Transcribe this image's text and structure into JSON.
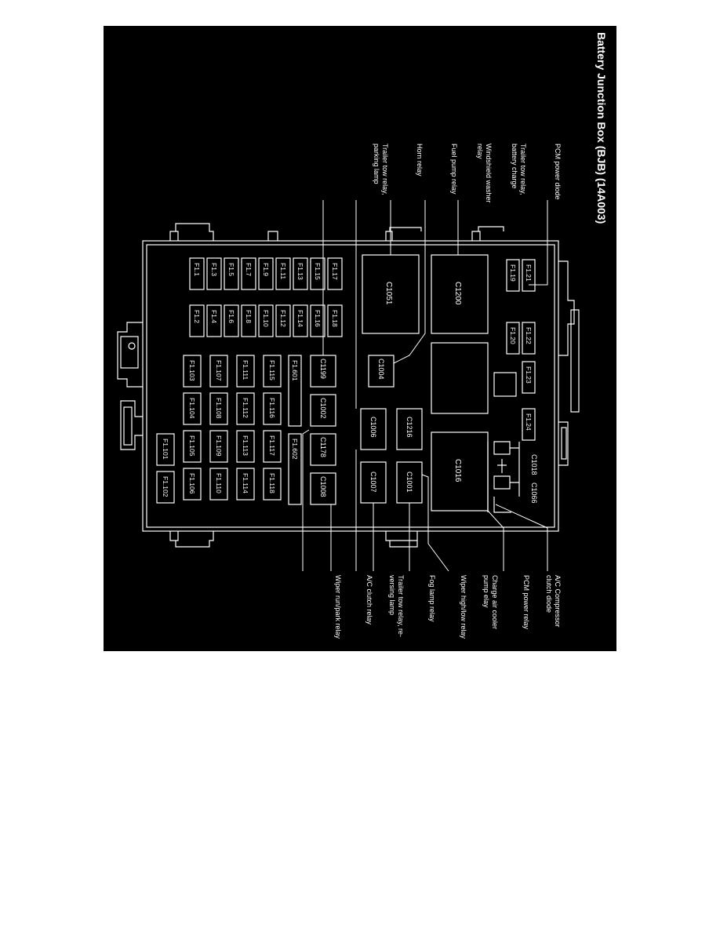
{
  "title": "Battery Junction Box (BJB) (14A003)",
  "colors": {
    "background": "#000000",
    "line": "#ffffff",
    "page": "#ffffff"
  },
  "callouts_top": [
    {
      "id": "pcm-diode",
      "lines": [
        "PCM power diode"
      ]
    },
    {
      "id": "trailer-charge",
      "lines": [
        "Trailer tow relay,",
        "battery charge"
      ]
    },
    {
      "id": "washer",
      "lines": [
        "Windshield washer",
        "relay"
      ]
    },
    {
      "id": "fuel-pump",
      "lines": [
        "Fuel pump relay"
      ]
    },
    {
      "id": "horn",
      "lines": [
        "Horn relay"
      ]
    },
    {
      "id": "trailer-park",
      "lines": [
        "Trailer tow relay,",
        "parking lamp"
      ]
    }
  ],
  "callouts_bottom": [
    {
      "id": "ac-diode",
      "lines": [
        "A/C Compressor",
        "clutch diode"
      ]
    },
    {
      "id": "pcm-relay",
      "lines": [
        "PCM power relay"
      ]
    },
    {
      "id": "charge-air",
      "lines": [
        "Charge air cooler",
        "pump elay"
      ]
    },
    {
      "id": "wiper-hl",
      "lines": [
        "Wiper high/low relay"
      ]
    },
    {
      "id": "fog",
      "lines": [
        "Fog lamp relay"
      ]
    },
    {
      "id": "trailer-rev",
      "lines": [
        "Trailer tow relay, re-",
        "versing lamp"
      ]
    },
    {
      "id": "ac-clutch",
      "lines": [
        "A/C clutch relay"
      ]
    },
    {
      "id": "wiper-run",
      "lines": [
        "Wiper run/park relay"
      ]
    }
  ],
  "fuses_top_rows": [
    [
      "F1.21",
      "F1.22"
    ],
    [
      "F1.19",
      "F1.20"
    ]
  ],
  "fuses_mini": [
    [
      "F1.17",
      "F1.18"
    ],
    [
      "F1.15",
      "F1.16"
    ],
    [
      "F1.13",
      "F1.14"
    ],
    [
      "F1.11",
      "F1.12"
    ],
    [
      "F1.9",
      "F1.10"
    ],
    [
      "F1.7",
      "F1.8"
    ],
    [
      "F1.5",
      "F1.6"
    ],
    [
      "F1.3",
      "F1.4"
    ],
    [
      "F1.1",
      "F1.2"
    ]
  ],
  "fuses_right": [
    [
      "F1.115",
      "F1.116",
      "F1.117",
      "F1.118"
    ],
    [
      "F1.111",
      "F1.112",
      "F1.113",
      "F1.114"
    ],
    [
      "F1.107",
      "F1.108",
      "F1.109",
      "F1.110"
    ],
    [
      "F1.103",
      "F1.104",
      "F1.105",
      "F1.106"
    ],
    [
      "F1.101",
      "F1.102"
    ]
  ],
  "fuses_mid": [
    "F1.23",
    "F1.24"
  ],
  "fuses_long": [
    "F1.601",
    "F1.602"
  ],
  "relays": {
    "C1200": "C1200",
    "C1051": "C1051",
    "C1004": "C1004",
    "C1216": "C1216",
    "C1001": "C1001",
    "C1006": "C1006",
    "C1007": "C1007",
    "C1199": "C1199",
    "C1002": "C1002",
    "C1178": "C1178",
    "C1008": "C1008",
    "C1016": "C1016",
    "C1018": "C1018",
    "C1066": "C1066"
  }
}
